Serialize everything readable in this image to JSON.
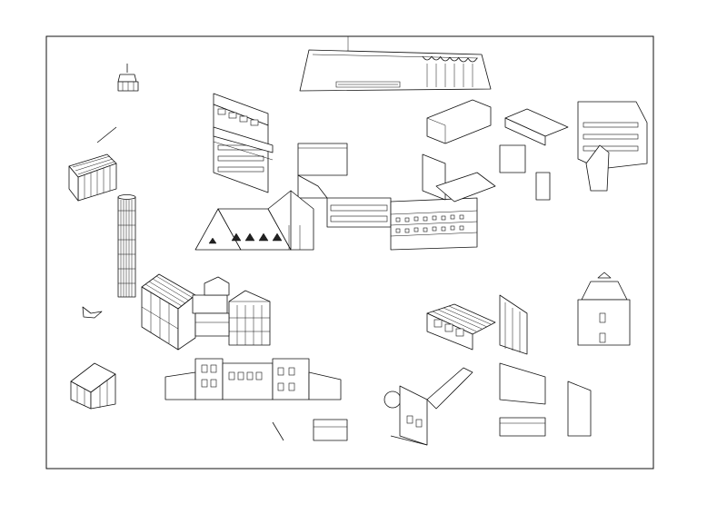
{
  "sheet": {
    "drawing_type": "axonometric building sketches",
    "colors": {
      "paper": "#ffffff",
      "ink": "#111111"
    }
  },
  "elements": [
    "water-tower",
    "tall-chimney",
    "long-flat-roof-building",
    "office-block",
    "gabled-church-roofs",
    "courtyard-block",
    "greenhouse-hall",
    "row-townhouses",
    "sawtooth-shed",
    "small-tower-house",
    "corner-building"
  ]
}
